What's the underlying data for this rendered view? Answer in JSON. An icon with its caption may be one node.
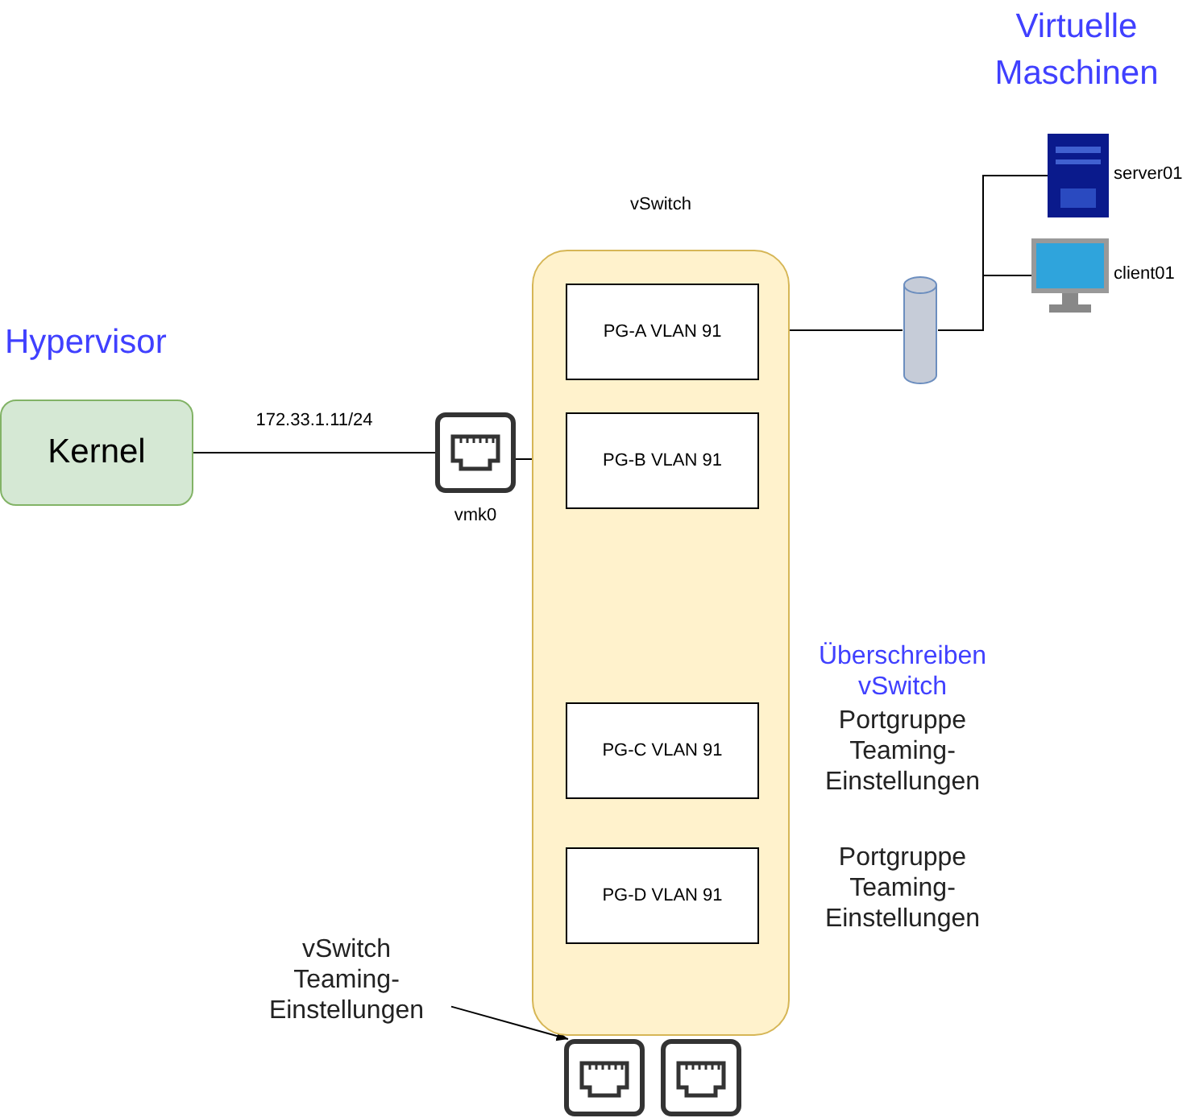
{
  "diagram": {
    "nodes": [
      {
        "text": [
          "Kernel"
        ]
      },
      {
        "text": [
          "vSwitch"
        ]
      },
      {
        "text": [
          "PG-A VLAN 91"
        ],
        "in": 1
      },
      {
        "text": [
          "PG-B VLAN 91"
        ],
        "in": 1
      },
      {
        "text": [
          "PG-C VLAN 91"
        ],
        "in": 1
      },
      {
        "text": [
          "PG-D VLAN 91"
        ],
        "in": 1
      },
      {
        "text": [],
        "shape": "port",
        "beside": [
          "vmk0"
        ]
      },
      {
        "text": [],
        "shape": "cylinder"
      },
      {
        "text": [],
        "shape": "server",
        "beside": [
          "server01"
        ]
      },
      {
        "text": [],
        "shape": "monitor",
        "beside": [
          "client01"
        ]
      },
      {
        "text": [],
        "shape": "port"
      },
      {
        "text": [],
        "shape": "port"
      },
      {
        "text": [
          "vSwitch Teaming-Einstellungen"
        ]
      }
    ],
    "edges": [
      {
        "from": 0,
        "to": 6,
        "arrow": "none",
        "label": "172.33.1.11/24"
      },
      {
        "from": 6,
        "to": 3,
        "arrow": "none"
      },
      {
        "from": 2,
        "to": 7,
        "arrow": "none"
      },
      {
        "from": 7,
        "to": 8,
        "arrow": "none"
      },
      {
        "from": 7,
        "to": 9,
        "arrow": "none"
      },
      {
        "from": 12,
        "to": 10,
        "arrow": "to"
      }
    ],
    "labels": [
      "Virtuelle Maschinen",
      "Hypervisor",
      "Überschreiben vSwitch",
      "Portgruppe Teaming-Einstellungen",
      "Portgruppe Teaming-Einstellungen"
    ]
  }
}
